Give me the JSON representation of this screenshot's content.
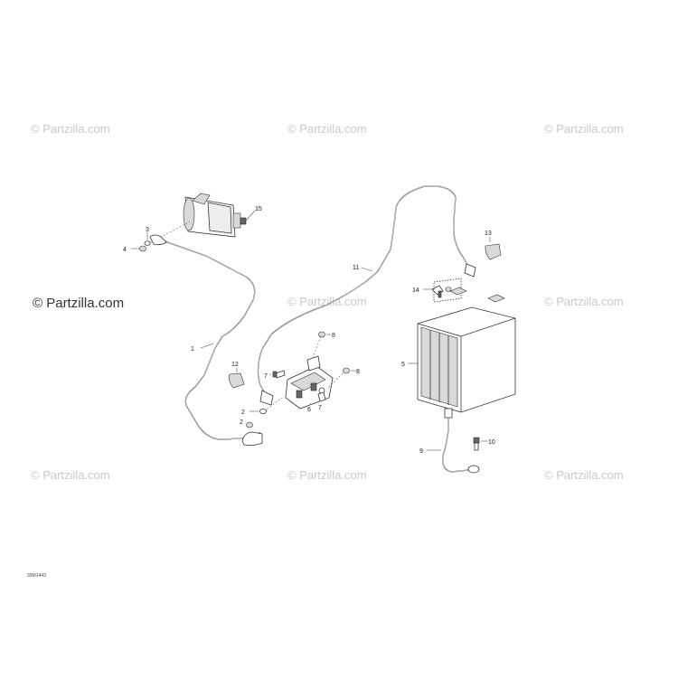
{
  "watermark": {
    "main": "© Partzilla.com",
    "tiled": "© Partzilla.com"
  },
  "drawing_code": "39M1443",
  "callouts": {
    "c1": "1",
    "c2a": "2",
    "c2b": "2",
    "c3": "3",
    "c4": "4",
    "c5": "5",
    "c6": "6",
    "c7a": "7",
    "c7b": "7",
    "c8a": "8",
    "c8b": "8",
    "c9": "9",
    "c10": "10",
    "c11": "11",
    "c12": "12",
    "c13": "13",
    "c14": "14",
    "c15": "15"
  },
  "colors": {
    "line": "#333333",
    "watermark": "#c9c9c9"
  }
}
